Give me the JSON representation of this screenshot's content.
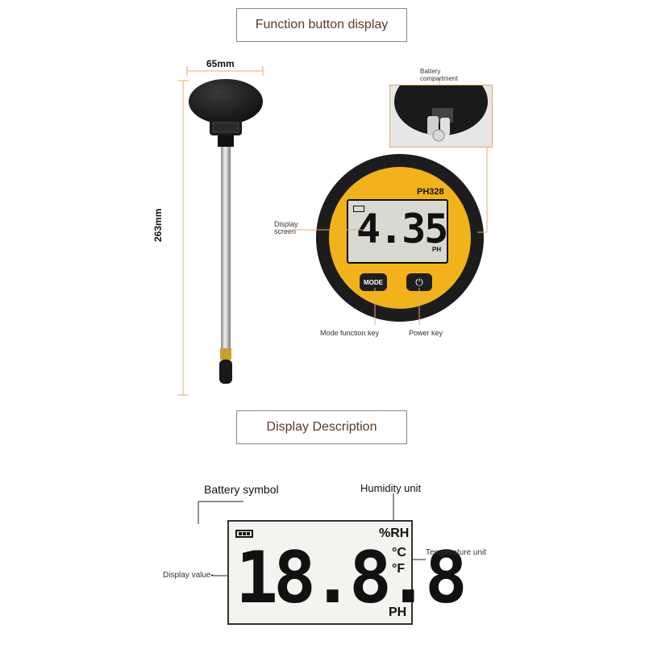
{
  "sections": {
    "function_title": "Function button display",
    "display_title": "Display Description"
  },
  "dimensions": {
    "width": "65mm",
    "length": "263mm"
  },
  "meter": {
    "model": "PH328",
    "reading": "4.35",
    "unit": "PH",
    "mode_label": "MODE",
    "power_icon": "power-icon"
  },
  "callouts": {
    "battery_compartment_line1": "Battery",
    "battery_compartment_line2": "compartment",
    "display_screen_line1": "Display",
    "display_screen_line2": "screen",
    "mode_key": "Mode function key",
    "power_key": "Power key"
  },
  "display_description": {
    "battery_symbol": "Battery symbol",
    "humidity_unit": "Humidity unit",
    "temperature_unit": "Temperature unit",
    "display_value": "Display value-",
    "digits": "18.8.8",
    "rh": "%RH",
    "celsius": "°C",
    "fahrenheit": "°F",
    "ph": "PH"
  },
  "colors": {
    "bezel": "#1c1c1c",
    "face": "#f2b21c",
    "lcd": "#d9d9d2",
    "title_text": "#5a3a26",
    "callout_line": "#e8a86a"
  }
}
